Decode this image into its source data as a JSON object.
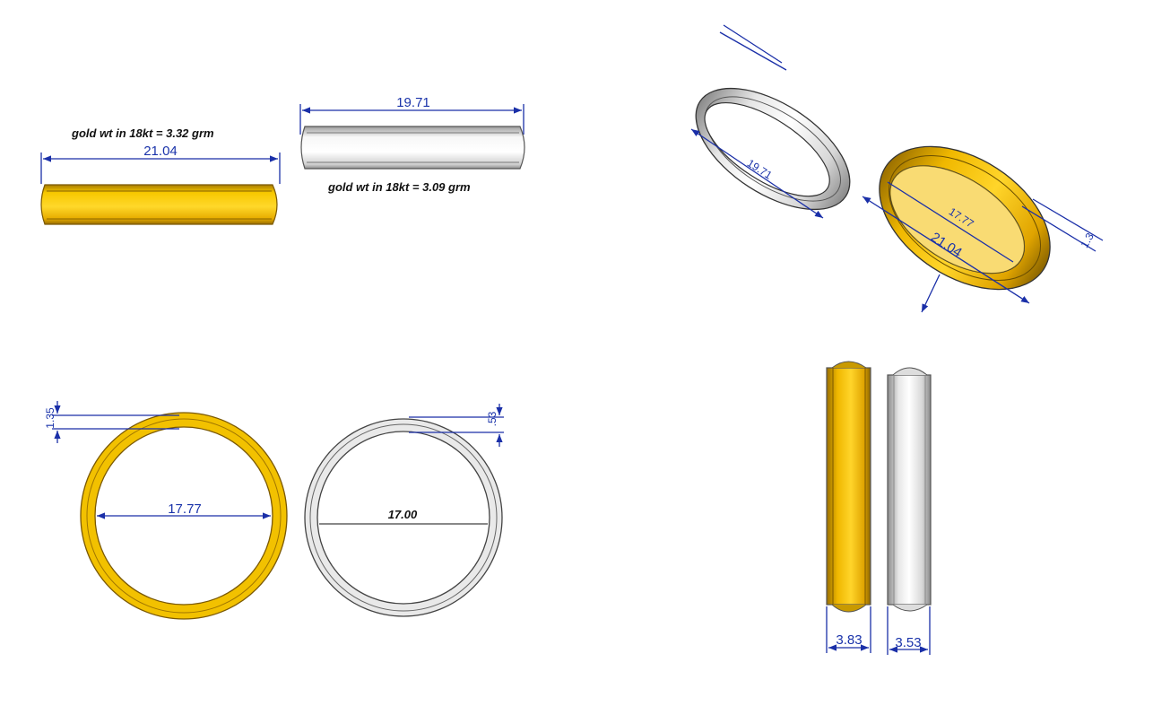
{
  "colors": {
    "gold": "#f2c100",
    "gold_dark": "#b88a00",
    "silver": "#e9e9e9",
    "dimension_line": "#1a2fa8"
  },
  "top_left": {
    "weight_note": "gold wt in 18kt = 3.32 grm",
    "width_dim": "21.04"
  },
  "top_middle": {
    "width_dim": "19.71",
    "weight_note": "gold wt in 18kt = 3.09 grm"
  },
  "bottom_left": {
    "thickness_dim": "1.35",
    "inner_dim": "17.77"
  },
  "bottom_middle": {
    "thickness_dim": ".53",
    "inner_dim": "17.00"
  },
  "iso_view": {
    "silver_dim": "19.71",
    "gold_outer_dim": "21.04",
    "gold_inner_dim": "17.77",
    "small_dim": "1.3"
  },
  "side_view": {
    "gold_height_dim": "3.83",
    "silver_height_dim": "3.53"
  }
}
